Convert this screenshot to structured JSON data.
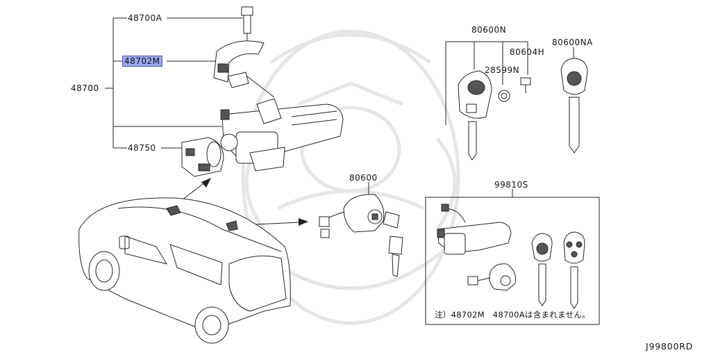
{
  "labels": {
    "p48700A": "48700A",
    "p48702M": "48702M",
    "p48700": "48700",
    "p48750": "48750",
    "p80600N": "80600N",
    "p80604H": "80604H",
    "p28599N": "28599N",
    "p80600NA": "80600NA",
    "p80600": "80600",
    "p99810S": "99810S"
  },
  "note": "注）48702M　48700Aは含まれません。",
  "diagram_ref": "J99800RD",
  "highlight_color": "#9aa7f0"
}
